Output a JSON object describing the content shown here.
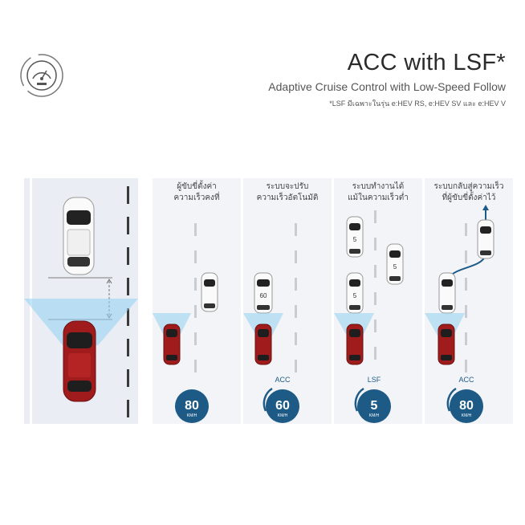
{
  "header": {
    "title": "ACC with LSF*",
    "subtitle": "Adaptive Cruise Control with Low-Speed Follow",
    "note": "*LSF มีเฉพาะในรุ่น e:HEV RS, e:HEV SV และ e:HEV V"
  },
  "icons": {
    "logo": "speedometer-icon"
  },
  "panels": [
    {
      "caption_line1": "ผู้ขับขี่ตั้งค่า",
      "caption_line2": "ความเร็วคงที่",
      "mode": "",
      "speed": "80",
      "unit": "KM/H",
      "lead_label": ""
    },
    {
      "caption_line1": "ระบบจะปรับ",
      "caption_line2": "ความเร็วอัตโนมัติ",
      "mode": "ACC",
      "speed": "60",
      "unit": "KM/H",
      "lead_label": "60"
    },
    {
      "caption_line1": "ระบบทำงานได้",
      "caption_line2": "แม้ในความเร็วต่ำ",
      "mode": "LSF",
      "speed": "5",
      "unit": "KM/H",
      "lead_label": "5"
    },
    {
      "caption_line1": "ระบบกลับสู่ความเร็ว",
      "caption_line2": "ที่ผู้ขับขี่ตั้งค่าไว้",
      "mode": "ACC",
      "speed": "80",
      "unit": "KM/H",
      "lead_label": ""
    }
  ],
  "colors": {
    "accent_blue": "#1d5b86",
    "car_red": "#a01c1c",
    "sensor_beam": "#8fd0f0"
  }
}
